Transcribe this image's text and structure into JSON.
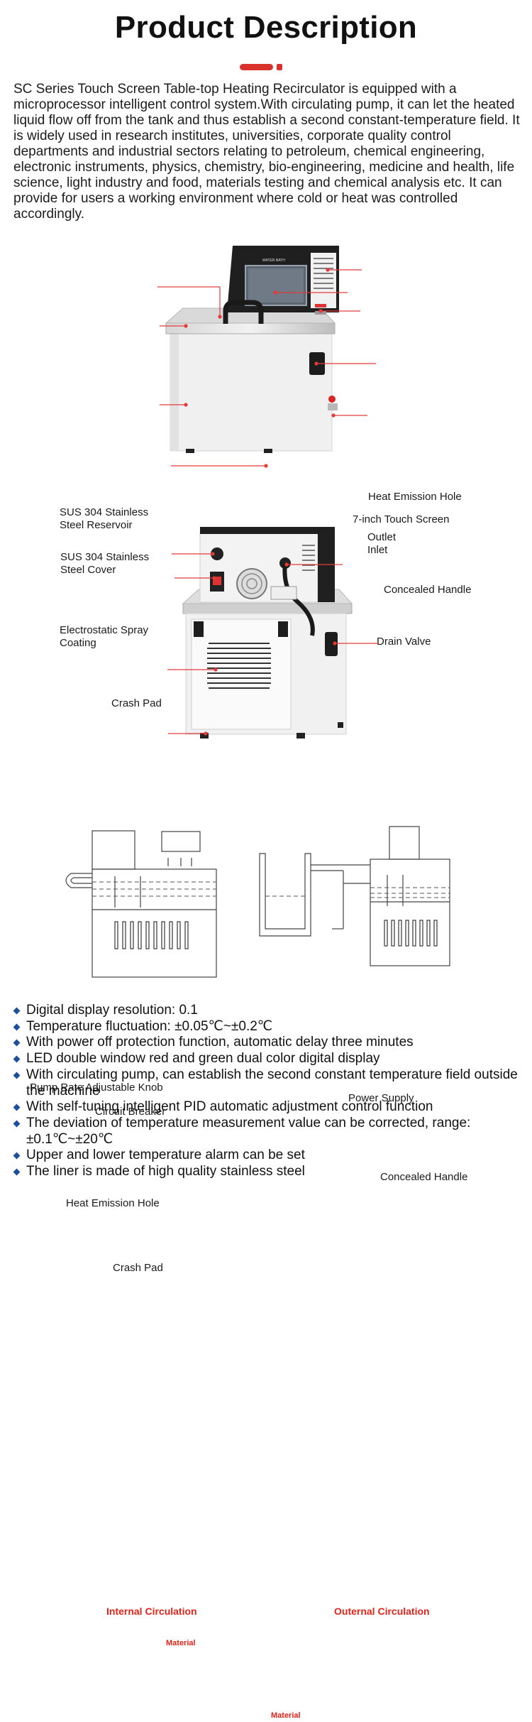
{
  "header": {
    "title": "Product Description",
    "accent_color": "#d9312b"
  },
  "intro": {
    "text": "SC Series Touch Screen Table-top Heating Recirculator is equipped with a microprocessor intelligent control system.With circulating pump, it can let the heated liquid flow off from the tank and thus establish a second constant-temperature field. It is widely used in research institutes, universities, corporate quality control departments and industrial sectors relating to petroleum, chemical engineering, electronic instruments, physics, chemistry, bio-engineering, medicine and health, life science, light industry and food, materials testing and chemical analysis etc. It can provide for users a working environment where cold or heat was controlled accordingly."
  },
  "front_view": {
    "labels": {
      "reservoir": "SUS 304 Stainless\nSteel Reservoir",
      "cover": "SUS 304 Stainless\nSteel Cover",
      "coating": "Electrostatic Spray\nCoating",
      "crash_pad": "Crash Pad",
      "heat_hole": "Heat Emission Hole",
      "touch_screen": "7-inch Touch Screen",
      "outlet_inlet": "Outlet\nInlet",
      "handle": "Concealed Handle",
      "drain": "Drain Valve"
    },
    "screen_badge": "WATER BATH"
  },
  "rear_view": {
    "labels": {
      "knob": "Pump Rate Adjustable Knob",
      "breaker": "Circuit Breaker",
      "heat_hole": "Heat Emission Hole",
      "crash_pad": "Crash Pad",
      "power": "Power Supply",
      "handle": "Concealed Handle"
    }
  },
  "circulation": {
    "internal_title": "Internal Circulation",
    "external_title": "Outernal Circulation",
    "material_label": "Material",
    "title_color": "#e2231a"
  },
  "features": [
    "Digital display resolution: 0.1",
    "Temperature fluctuation: ±0.05℃~±0.2℃",
    "With power off protection function, automatic delay three minutes",
    "LED double window red and green dual color digital display",
    "With circulating pump, can establish the second constant temperature field outside the machine",
    "With self-tuning intelligent PID automatic adjustment control function",
    "The deviation of temperature measurement value can be corrected, range: ±0.1℃~±20℃",
    "Upper and lower temperature alarm can be set",
    "The liner is made of high quality stainless steel"
  ],
  "bullet_icon": "diamond-bullet-icon"
}
